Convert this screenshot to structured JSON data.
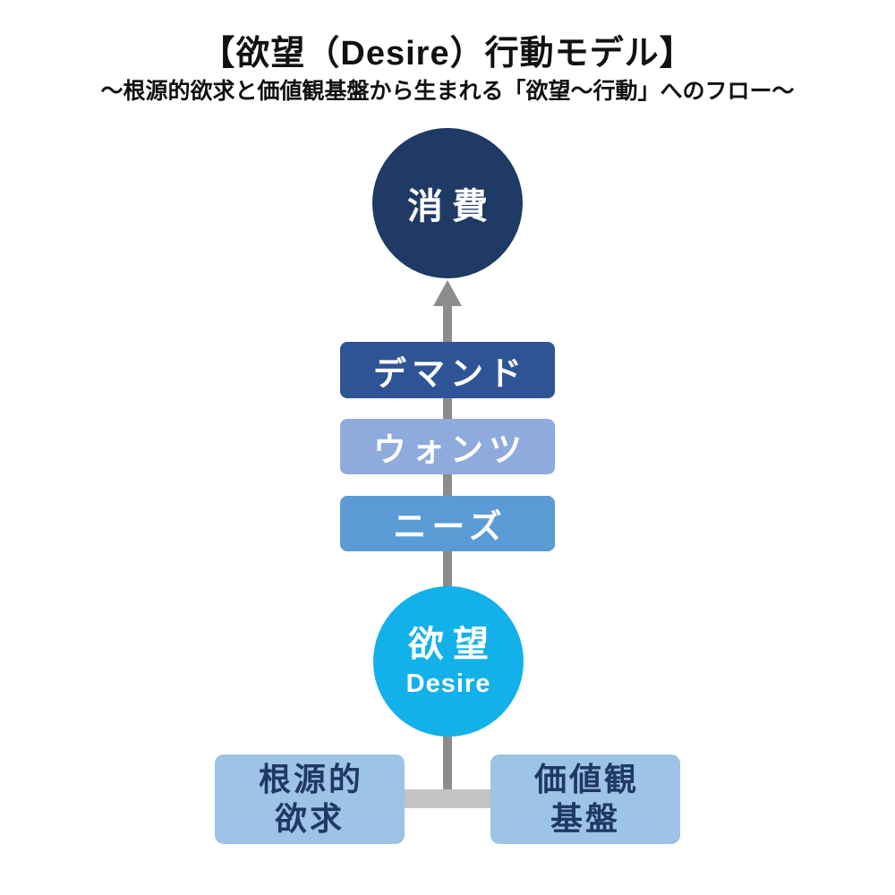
{
  "header": {
    "title": "【欲望（Desire）行動モデル】",
    "subtitle": "～根源的欲求と価値観基盤から生まれる「欲望～行動」へのフロー～"
  },
  "flow": {
    "consumption_label": "消費",
    "demand_label": "デマンド",
    "wants_label": "ウォンツ",
    "needs_label": "ニーズ",
    "desire_jp_label": "欲望",
    "desire_en_label": "Desire",
    "root_need_label": "根源的\n欲求",
    "value_base_label": "価値観\n基盤"
  },
  "colors": {
    "consumption_circle": "#1F3A64",
    "demand_box": "#2F5496",
    "wants_box": "#8FAADC",
    "needs_box": "#5B9BD5",
    "desire_circle": "#12B1EA",
    "source_boxes": "#9DC3E6",
    "source_text": "#1F3864",
    "arrow_line": "#8C8C8C",
    "horizontal_bar": "#C3C3C3",
    "title_text": "#111111"
  }
}
